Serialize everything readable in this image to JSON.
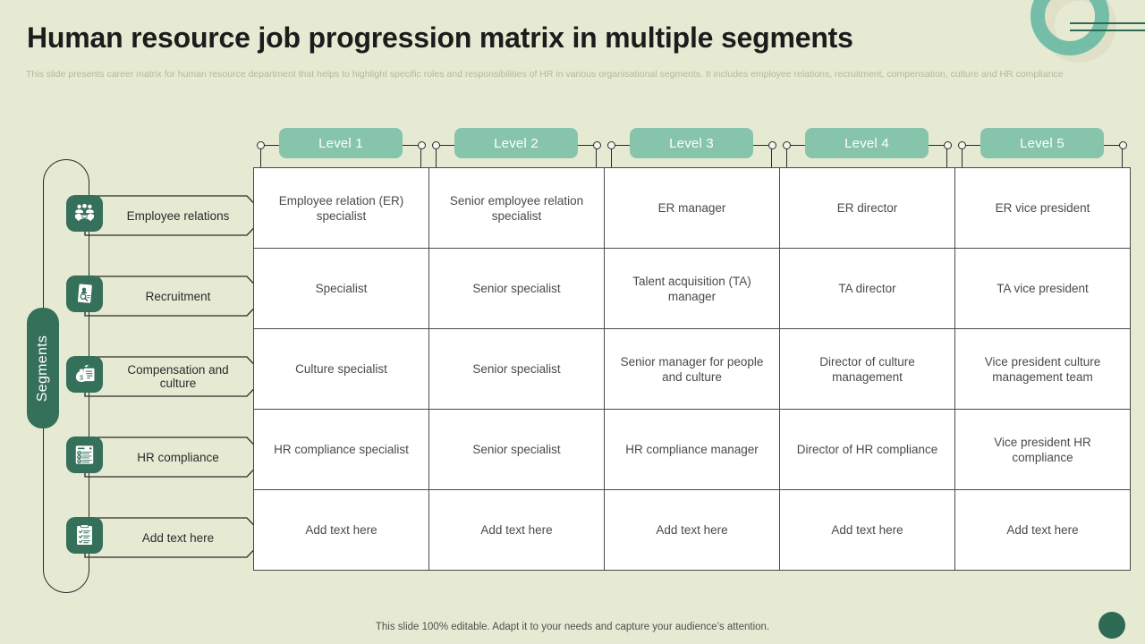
{
  "header": {
    "title": "Human resource job progression matrix in multiple segments",
    "subtitle": "This slide presents career matrix for human resource department that helps to highlight specific roles and responsibilities of HR in various organisational segments. It includes employee relations, recruitment, compensation, culture and HR compliance"
  },
  "sidebar": {
    "axis_label": "Segments",
    "items": [
      {
        "label": "Employee relations",
        "icon": "team-handshake-icon"
      },
      {
        "label": "Recruitment",
        "icon": "resume-search-icon"
      },
      {
        "label": "Compensation and culture",
        "icon": "money-bag-document-icon"
      },
      {
        "label": "HR compliance",
        "icon": "checklist-document-icon"
      },
      {
        "label": "Add text here",
        "icon": "clipboard-checklist-icon"
      }
    ]
  },
  "levels": [
    "Level 1",
    "Level 2",
    "Level 3",
    "Level 4",
    "Level 5"
  ],
  "matrix": [
    [
      "Employee relation (ER) specialist",
      "Senior employee relation specialist",
      "ER manager",
      "ER director",
      "ER vice president"
    ],
    [
      "Specialist",
      "Senior specialist",
      "Talent acquisition (TA) manager",
      "TA director",
      "TA vice president"
    ],
    [
      "Culture specialist",
      "Senior specialist",
      "Senior manager for people and culture",
      "Director of culture management",
      "Vice president culture management team"
    ],
    [
      "HR compliance specialist",
      "Senior specialist",
      "HR compliance manager",
      "Director of HR compliance",
      "Vice president HR compliance"
    ],
    [
      "Add text here",
      "Add text here",
      "Add text here",
      "Add text here",
      "Add text here"
    ]
  ],
  "footer": {
    "note": "This slide 100% editable. Adapt it to your needs and capture your audience’s attention."
  },
  "colors": {
    "background": "#e7ead3",
    "dark_green": "#35705b",
    "mid_green": "#86c4ab",
    "accent_line": "#2b6a55",
    "cell_text": "#4a4a4a"
  }
}
